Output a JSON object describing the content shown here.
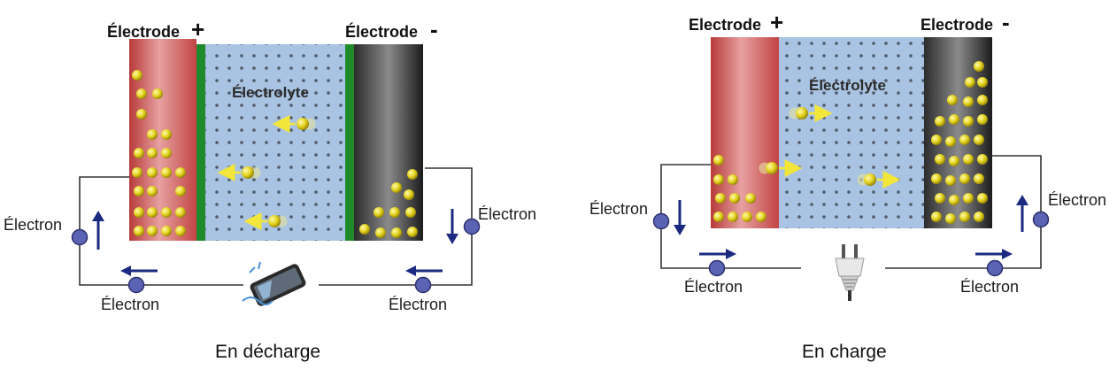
{
  "colors": {
    "positive_electrode": "#c84a4a",
    "negative_electrode": "#3a3a3a",
    "electrolyte": "#a9c3e2",
    "separator": "#1f8a2a",
    "ion": "#e3d21c",
    "ion_arrow": "#f2e63a",
    "electron_dot": "#5b63b4",
    "flow_arrow": "#1b2a80",
    "wire": "#333333"
  },
  "discharge": {
    "electrode_positive": "Électrode",
    "electrode_positive_sign": "+",
    "electrode_negative": "Électrode",
    "electrode_negative_sign": "-",
    "electrolyte": "Électrolyte",
    "electron_left": "Électron",
    "electron_bottom_left": "Électron",
    "electron_bottom_right": "Électron",
    "electron_right": "Électron",
    "device_icon": "phone-icon",
    "caption": "En décharge"
  },
  "charge": {
    "electrode_positive": "Electrode",
    "electrode_positive_sign": "+",
    "electrode_negative": "Electrode",
    "electrode_negative_sign": "-",
    "electrolyte": "Électrolyte",
    "electron_left": "Électron",
    "electron_bottom_left": "Électron",
    "electron_bottom_right": "Électron",
    "electron_right": "Électron",
    "device_icon": "plug-icon",
    "caption": "En charge"
  }
}
